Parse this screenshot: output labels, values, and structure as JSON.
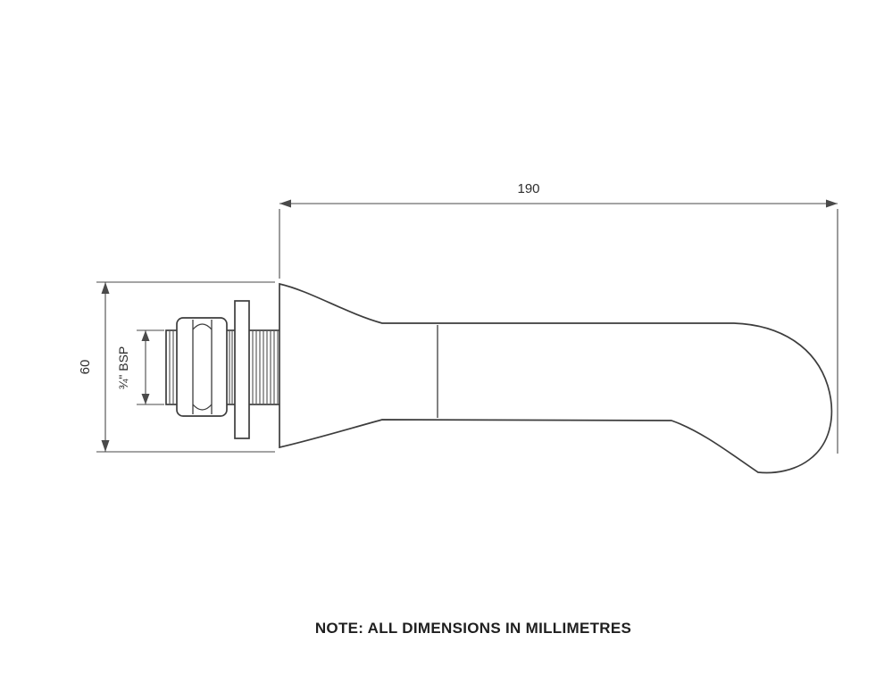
{
  "page": {
    "background": "#ffffff",
    "line_color": "#3d3d3d",
    "text_color": "#2e2e2e"
  },
  "diagram": {
    "dimensions": {
      "length": "190",
      "height": "60",
      "thread": "¾\" BSP"
    },
    "note": "NOTE: ALL DIMENSIONS IN MILLIMETRES"
  }
}
